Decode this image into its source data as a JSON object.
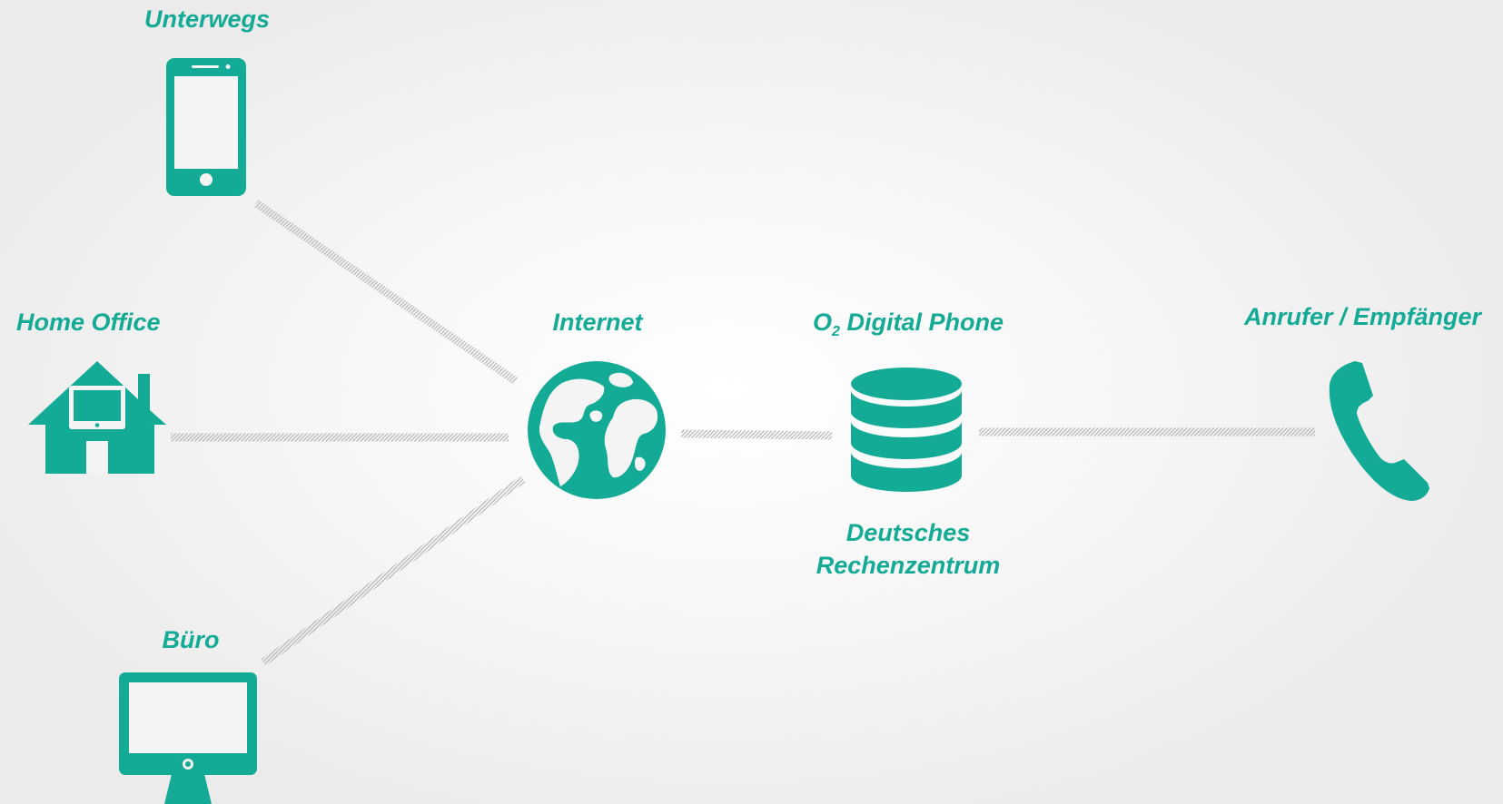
{
  "colors": {
    "accent": "#13ab95",
    "connector": "#b9b9b9",
    "background": "#f4f4f4"
  },
  "nodes": {
    "unterwegs": {
      "label": "Unterwegs",
      "icon": "smartphone-icon"
    },
    "home_office": {
      "label": "Home Office",
      "icon": "house-with-computer-icon"
    },
    "buero": {
      "label": "Büro",
      "icon": "desktop-monitor-icon"
    },
    "internet": {
      "label": "Internet",
      "icon": "globe-icon"
    },
    "o2": {
      "label_o": "O",
      "label_sub": "2",
      "label_rest": " Digital Phone",
      "icon": "database-icon",
      "caption_line1": "Deutsches",
      "caption_line2": "Rechenzentrum"
    },
    "anrufer": {
      "label": "Anrufer / Empfänger",
      "icon": "phone-handset-icon"
    }
  },
  "connections": [
    [
      "unterwegs",
      "internet"
    ],
    [
      "home_office",
      "internet"
    ],
    [
      "buero",
      "internet"
    ],
    [
      "internet",
      "o2"
    ],
    [
      "o2",
      "anrufer"
    ]
  ]
}
